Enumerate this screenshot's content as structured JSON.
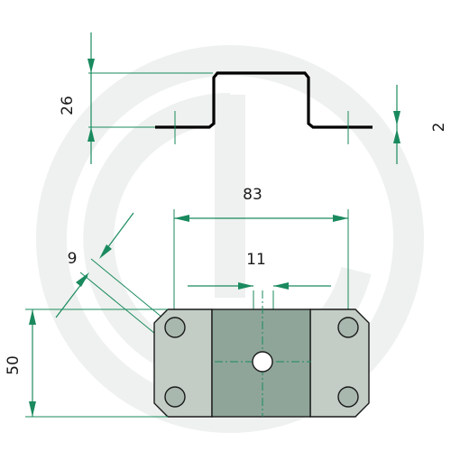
{
  "dimensions": {
    "profile_height": "26",
    "thickness": "2",
    "hole_spacing": "83",
    "center_hole": "11",
    "hole_diameter": "9",
    "plate_height": "50"
  },
  "colors": {
    "dimension": "#1a8a5e",
    "plate_side": "#c3cdc6",
    "plate_center": "#8fa59a",
    "watermark": "#eef1ef"
  }
}
